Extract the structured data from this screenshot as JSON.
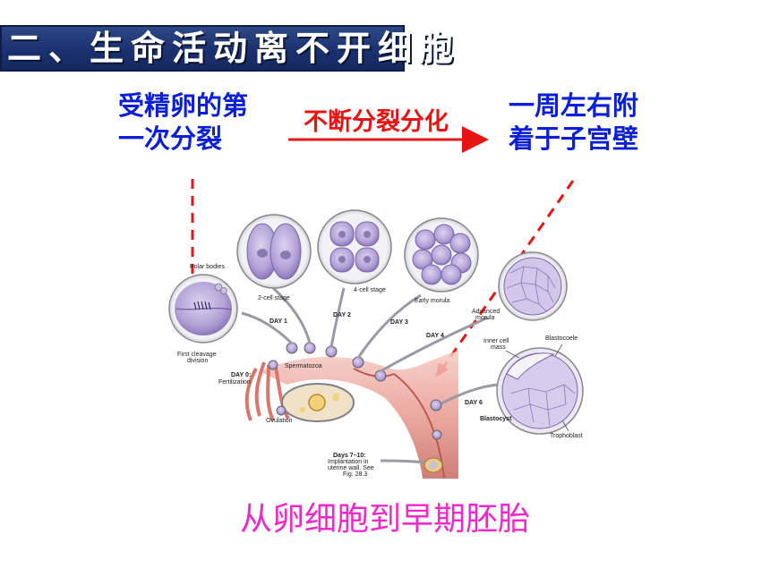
{
  "title": "二、生命活动离不开细胞",
  "left_label": [
    "受精卵的第",
    "一次分裂"
  ],
  "right_label": [
    "一周左右附",
    "着于子宫壁"
  ],
  "arrow_label": "不断分裂分化",
  "caption": "从卵细胞到早期胚胎",
  "diagram_labels": {
    "polar_bodies": "Polar bodies",
    "two_cell": "2-cell stage",
    "four_cell": "4-cell stage",
    "early_morula": "Early morula",
    "advanced_morula_1": "Advanced",
    "advanced_morula_2": "morula",
    "first_cleavage_1": "First cleavage",
    "first_cleavage_2": "division",
    "day1": "DAY 1",
    "day2": "DAY 2",
    "day3": "DAY 3",
    "day4": "DAY 4",
    "day6": "DAY 6",
    "spermatozoa": "Spermatozoa",
    "day0_1": "DAY 0:",
    "day0_2": "Fertilization",
    "ovulation": "Ovulation",
    "inner_cell_1": "Inner cell",
    "inner_cell_2": "mass",
    "blastocoele": "Blastocoele",
    "blastocyst": "Blastocyst",
    "trophoblast": "Trophoblast",
    "days710_1": "Days 7–10:",
    "days710_2": "Implantation in",
    "days710_3": "uterine wall. See",
    "days710_4": "Fig. 28.3"
  },
  "colors": {
    "banner": "#1b3170",
    "blue_text": "#0a1fd6",
    "red": "#e81414",
    "caption": "#f029c8",
    "cell": "#b7a6d8"
  }
}
